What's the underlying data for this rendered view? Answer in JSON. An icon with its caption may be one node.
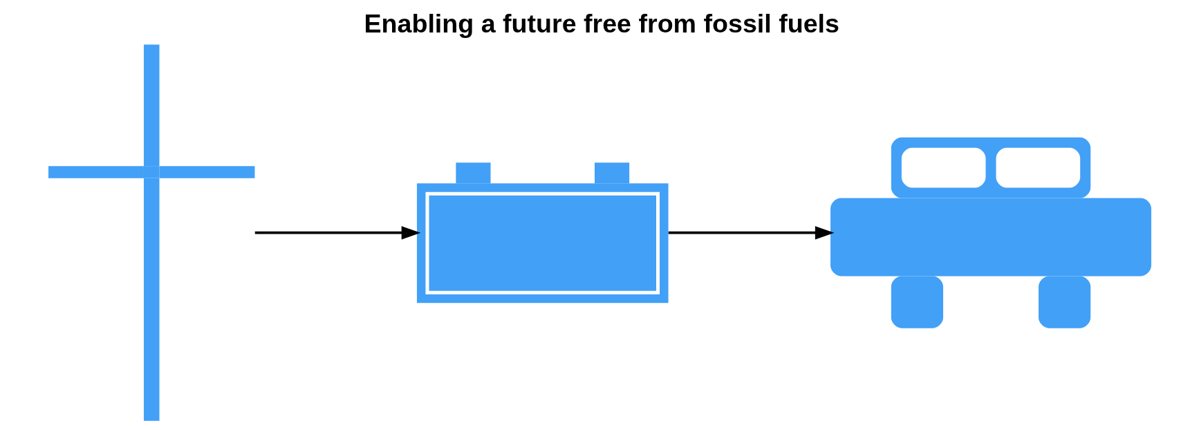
{
  "diagram": {
    "title": "Enabling a future free from fossil fuels",
    "nodes": [
      {
        "text": [],
        "shape": "picture"
      },
      {
        "text": [],
        "shape": "picture"
      },
      {
        "text": [],
        "shape": "picture"
      }
    ],
    "edges": [
      {
        "from": 0,
        "to": 1,
        "arrow": "to"
      },
      {
        "from": 1,
        "to": 2,
        "arrow": "to"
      }
    ]
  }
}
